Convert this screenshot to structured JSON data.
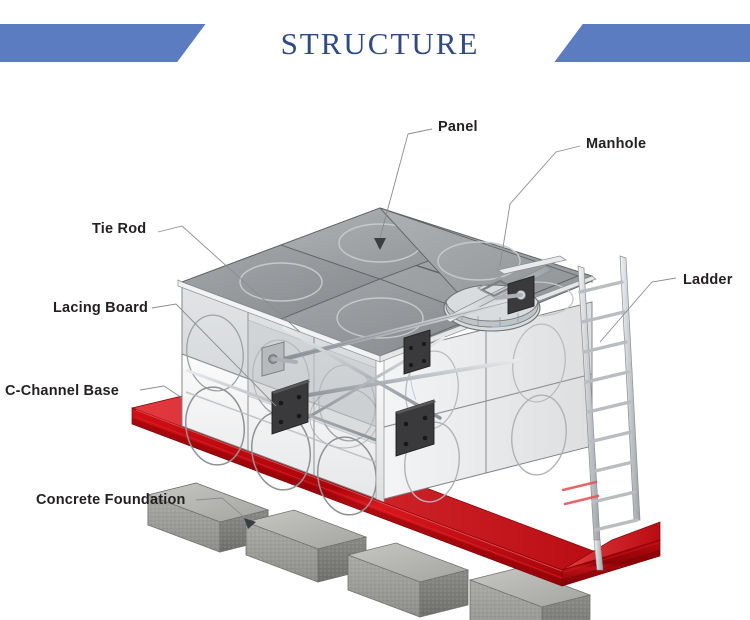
{
  "header": {
    "title": "STRUCTURE",
    "bar_color": "#5b7cc0",
    "plate_color": "#ffffff",
    "title_color": "#2e4a87"
  },
  "diagram": {
    "kind": "isometric-technical-illustration",
    "subject": "bolted modular steel water tank",
    "background": "#ffffff",
    "colors": {
      "panel_top": "#9b9ea1",
      "panel_top_light": "#b4b7ba",
      "panel_face": "#d6d8da",
      "panel_face_light": "#f1f2f3",
      "panel_edge": "#6f7275",
      "frame": "#e9eaec",
      "base_red": "#cc0b12",
      "base_red_dark": "#8f0308",
      "base_red_light": "#e8262c",
      "concrete": "#9a9a98",
      "concrete_dark": "#6f6f6d",
      "concrete_light": "#c2c2bf",
      "bracket": "#3a3a3c",
      "leader_line": "#8a8d90",
      "metal": "#cfd2d5",
      "metal_dark": "#9aa0a5"
    },
    "top_grid": {
      "cols": 3,
      "rows": 2,
      "panel_emboss": "circle"
    },
    "front_grid": {
      "cols": 3,
      "rows": 2,
      "panel_emboss": "circle"
    },
    "side_grid": {
      "cols": 2,
      "rows": 2,
      "panel_emboss": "circle"
    },
    "foundation_blocks": 4,
    "ladder_rungs": 9,
    "lacing_boards": 4,
    "lacing_board_bolts": 4
  },
  "labels": [
    {
      "id": "panel",
      "text": "Panel"
    },
    {
      "id": "manhole",
      "text": "Manhole"
    },
    {
      "id": "tierod",
      "text": "Tie Rod"
    },
    {
      "id": "ladder",
      "text": "Ladder"
    },
    {
      "id": "lacing",
      "text": "Lacing Board"
    },
    {
      "id": "cchannel",
      "text": "C-Channel Base"
    },
    {
      "id": "concrete",
      "text": "Concrete Foundation"
    }
  ]
}
